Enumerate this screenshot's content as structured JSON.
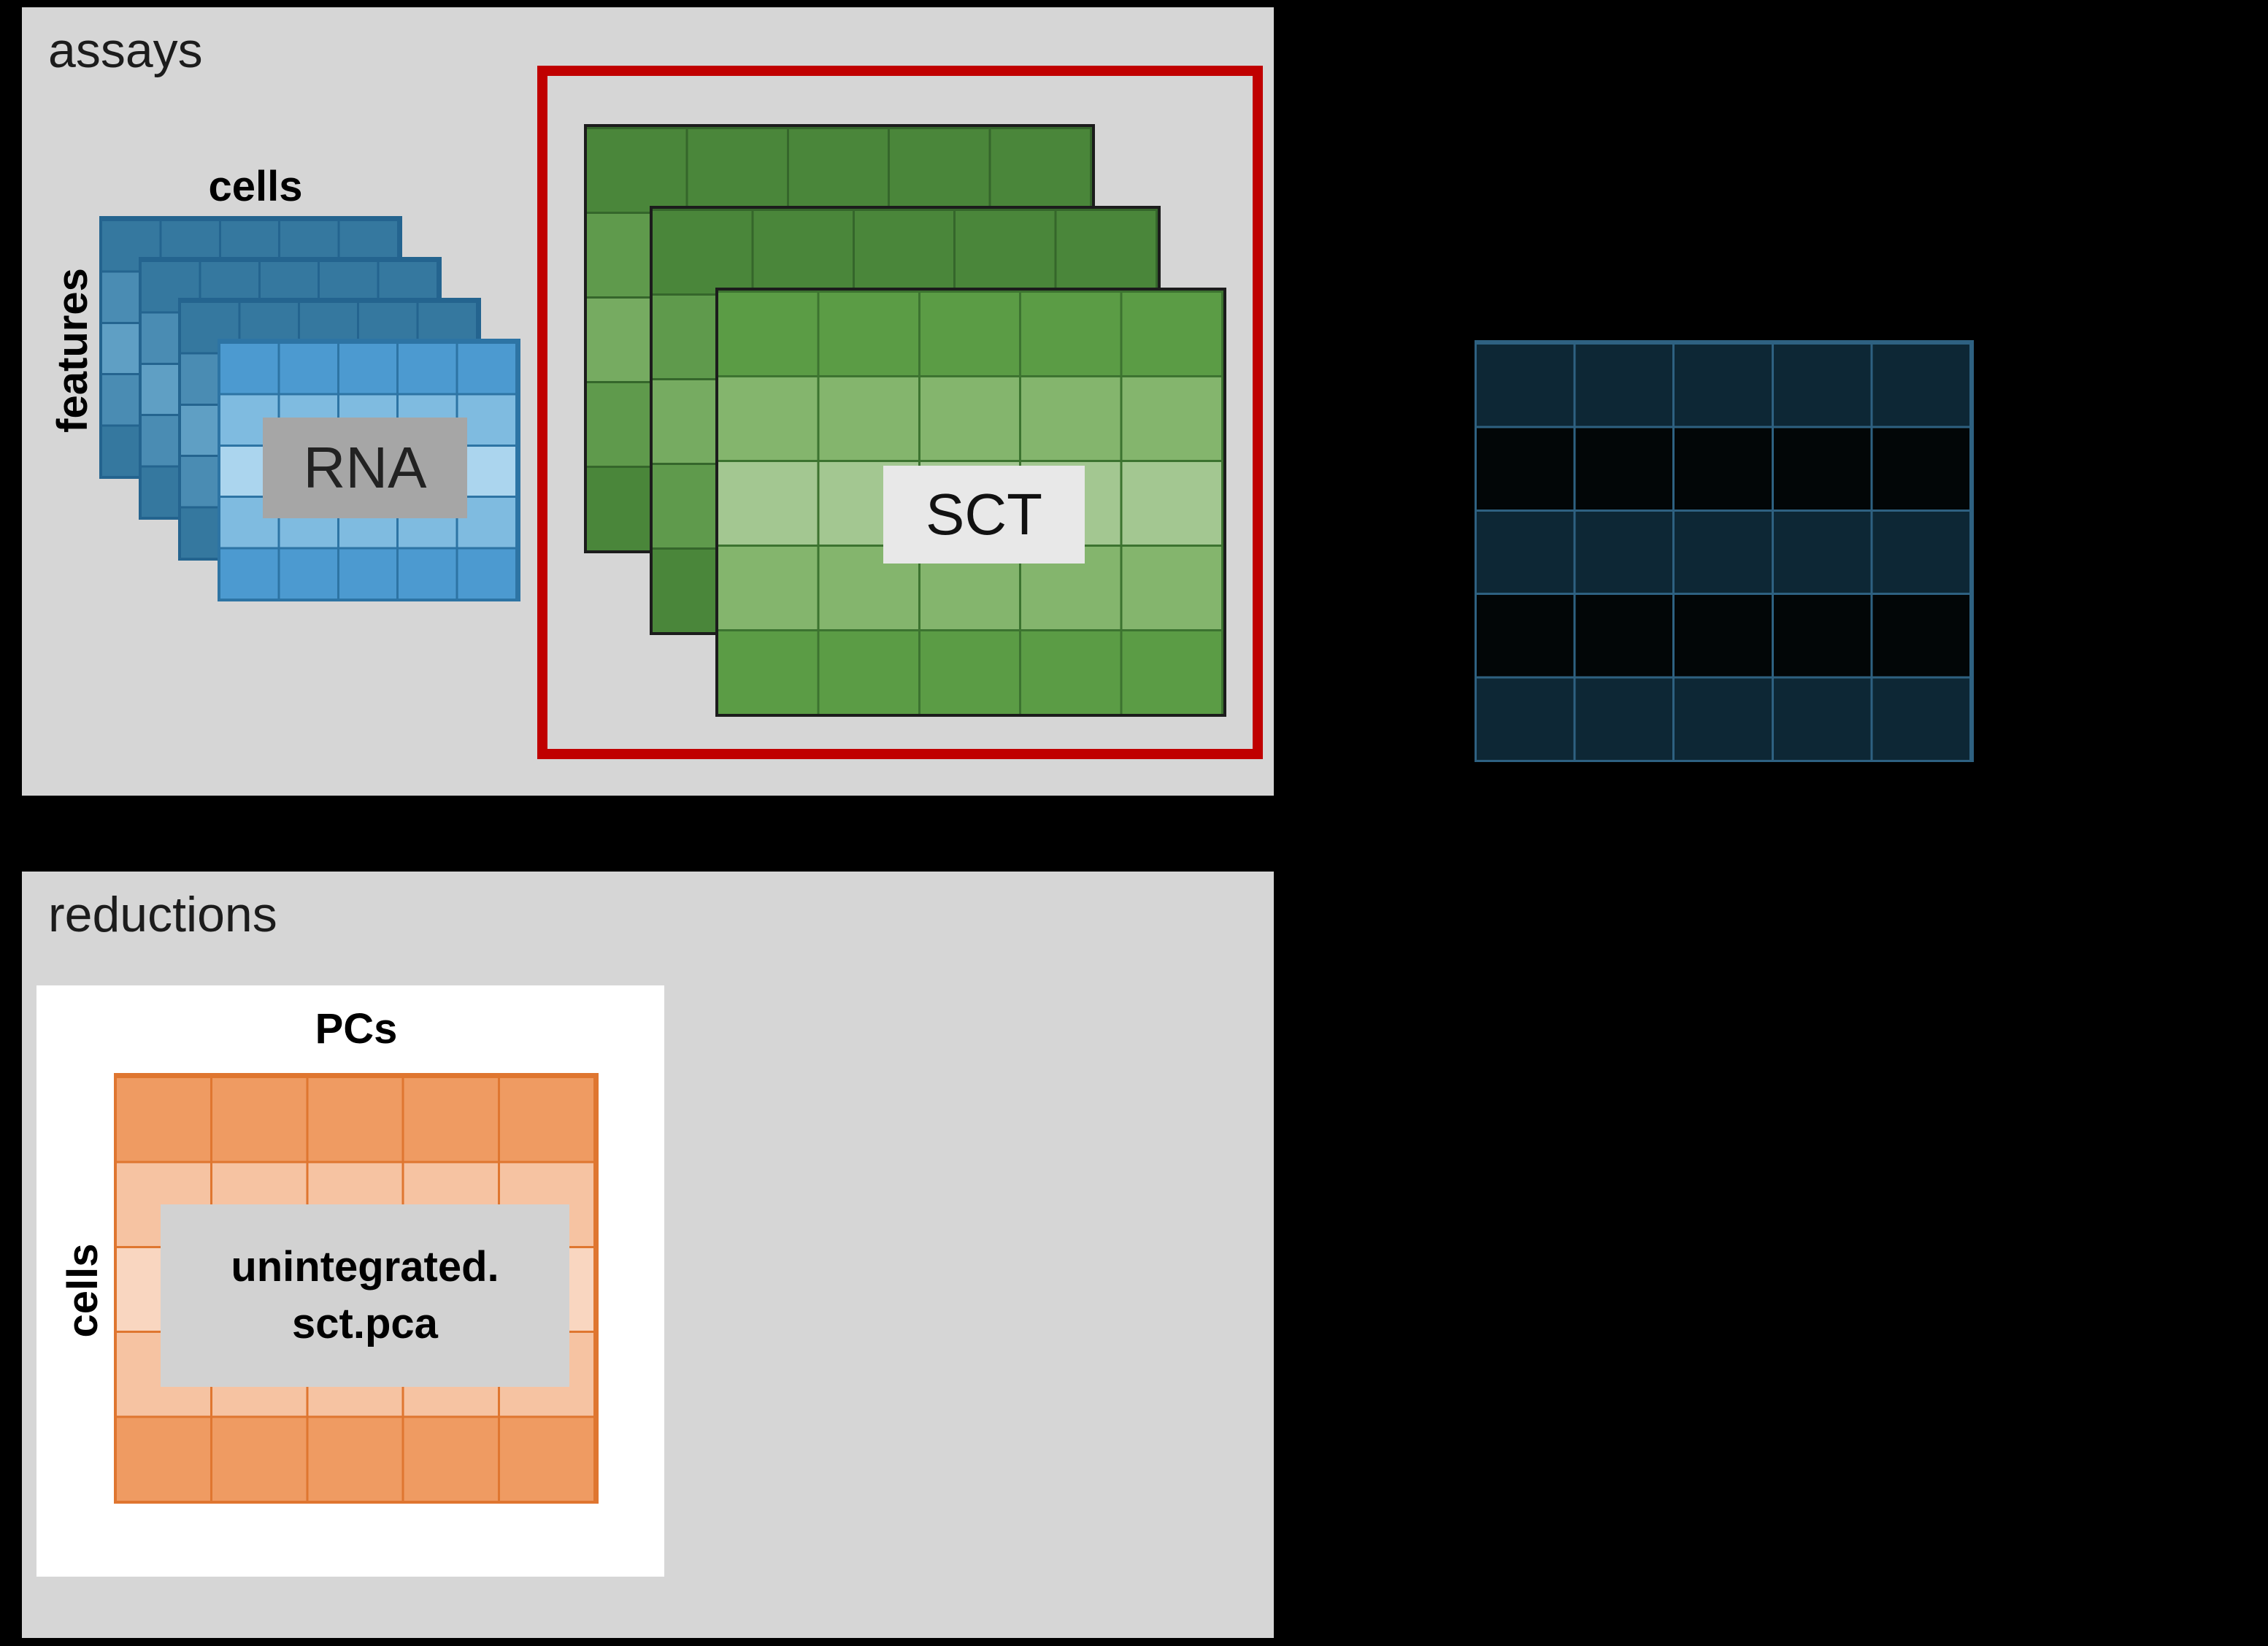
{
  "diagram": {
    "assays": {
      "title": "assays",
      "cells_axis": "cells",
      "features_axis": "features",
      "rna_label": "RNA",
      "sct_label": "SCT"
    },
    "reductions": {
      "title": "reductions",
      "pcs_axis": "PCs",
      "cells_axis": "cells",
      "pca_label_line1": "unintegrated.",
      "pca_label_line2": "sct.pca"
    },
    "colors": {
      "background": "#000000",
      "panel_bg": "#d6d6d6",
      "highlight_red": "#c00000",
      "rna_blue": "#4c9ad0",
      "sct_green": "#5b9c45",
      "pca_orange": "#ef9b62",
      "ghost_matrix_blue": "#2e6181",
      "label_gray": "#a6a6a6"
    }
  }
}
